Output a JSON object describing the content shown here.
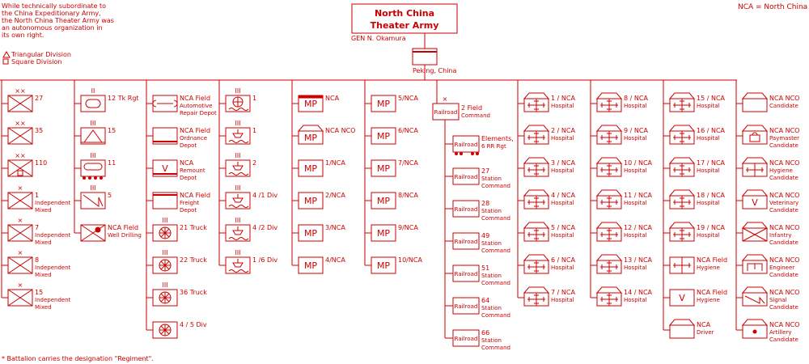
{
  "note_top": [
    "While technically subordinate to",
    "the China Expeditionary Army,",
    "the North China Theater Army was",
    "an autonomous organization in",
    "its own right."
  ],
  "abbrev": "NCA = North  China Army",
  "legend": {
    "tri": "Triangular Division",
    "sq": "Square Division"
  },
  "footnote": "* Battalion carries the designation \"Regiment\".",
  "hq": {
    "line1": "North China",
    "line2": "Theater Army",
    "commander": "GEN   N. Okamura",
    "location": "Peking, China"
  },
  "columns": [
    [
      {
        "icon": "infantry",
        "lines": [
          "27"
        ],
        "mark": "xx"
      },
      {
        "icon": "infantry",
        "lines": [
          "35"
        ],
        "mark": "xx"
      },
      {
        "icon": "infantry-sq",
        "lines": [
          "110"
        ],
        "mark": "xx"
      },
      {
        "icon": "infantry",
        "lines": [
          "1",
          "Independent",
          "Mixed"
        ],
        "mark": "x"
      },
      {
        "icon": "infantry",
        "lines": [
          "7",
          "Independent",
          "Mixed"
        ],
        "mark": "x"
      },
      {
        "icon": "infantry",
        "lines": [
          "8",
          "Independent",
          "Mixed"
        ],
        "mark": "x"
      },
      {
        "icon": "infantry",
        "lines": [
          "15",
          "Independent",
          "Mixed"
        ],
        "mark": "x"
      }
    ],
    [
      {
        "icon": "tank",
        "lines": [
          "12 Tk Rgt"
        ],
        "mark": "ii"
      },
      {
        "icon": "mountain",
        "lines": [
          "15"
        ],
        "mark": "iii"
      },
      {
        "icon": "armored-rail",
        "lines": [
          "11"
        ],
        "mark": "iii"
      },
      {
        "icon": "signal",
        "lines": [
          "5"
        ],
        "mark": "iii"
      },
      {
        "icon": "well",
        "lines": [
          "NCA  Field",
          "Well Drilling"
        ],
        "mark": ""
      }
    ],
    [
      {
        "icon": "wrench",
        "lines": [
          "NCA Field",
          "Automotive",
          "Repair Depot"
        ],
        "mark": ""
      },
      {
        "icon": "ordnance",
        "lines": [
          "NCA Field",
          "Ordnance",
          "Depot"
        ],
        "mark": ""
      },
      {
        "icon": "remount",
        "lines": [
          "NCA",
          "Remount",
          "Depot"
        ],
        "mark": ""
      },
      {
        "icon": "freight",
        "lines": [
          "NCA Field",
          "Freight",
          "Depot"
        ],
        "mark": ""
      },
      {
        "icon": "wheel",
        "lines": [
          "21 Truck"
        ],
        "mark": "iii"
      },
      {
        "icon": "wheel",
        "lines": [
          "22 Truck"
        ],
        "mark": "iii"
      },
      {
        "icon": "wheel",
        "lines": [
          "36 Truck"
        ],
        "mark": "iii"
      },
      {
        "icon": "wheel",
        "lines": [
          "4 / 5 Div"
        ],
        "mark": ""
      }
    ],
    [
      {
        "icon": "wheel-water",
        "lines": [
          "1"
        ],
        "mark": "iii"
      },
      {
        "icon": "boat",
        "lines": [
          "1"
        ],
        "mark": "iii"
      },
      {
        "icon": "boat",
        "lines": [
          "2"
        ],
        "mark": "iii"
      },
      {
        "icon": "boat",
        "lines": [
          "4 /1 Div"
        ],
        "mark": "iii"
      },
      {
        "icon": "boat",
        "lines": [
          "4 /2 Div"
        ],
        "mark": "iii"
      },
      {
        "icon": "boat",
        "lines": [
          "1 /6 Div"
        ],
        "mark": "iii"
      }
    ],
    [
      {
        "icon": "mp-flag",
        "lines": [
          "NCA"
        ],
        "mark": ""
      },
      {
        "icon": "mp-school",
        "lines": [
          "NCA NCO"
        ],
        "mark": ""
      },
      {
        "icon": "mp",
        "lines": [
          "1/NCA"
        ],
        "mark": ""
      },
      {
        "icon": "mp",
        "lines": [
          "2/NCA"
        ],
        "mark": ""
      },
      {
        "icon": "mp",
        "lines": [
          "3/NCA"
        ],
        "mark": ""
      },
      {
        "icon": "mp",
        "lines": [
          "4/NCA"
        ],
        "mark": ""
      }
    ],
    [
      {
        "icon": "mp",
        "lines": [
          "5/NCA"
        ],
        "mark": ""
      },
      {
        "icon": "mp",
        "lines": [
          "6/NCA"
        ],
        "mark": ""
      },
      {
        "icon": "mp",
        "lines": [
          "7/NCA"
        ],
        "mark": ""
      },
      {
        "icon": "mp",
        "lines": [
          "8/NCA"
        ],
        "mark": ""
      },
      {
        "icon": "mp",
        "lines": [
          "9/NCA"
        ],
        "mark": ""
      },
      {
        "icon": "mp",
        "lines": [
          "10/NCA"
        ],
        "mark": ""
      }
    ],
    [],
    [
      {
        "icon": "hospital",
        "lines": [
          "1 / NCA",
          "Hospital"
        ],
        "mark": ""
      },
      {
        "icon": "hospital",
        "lines": [
          "2 / NCA",
          "Hospital"
        ],
        "mark": ""
      },
      {
        "icon": "hospital",
        "lines": [
          "3 / NCA",
          "Hospital"
        ],
        "mark": ""
      },
      {
        "icon": "hospital",
        "lines": [
          "4 / NCA",
          "Hospital"
        ],
        "mark": ""
      },
      {
        "icon": "hospital",
        "lines": [
          "5 / NCA",
          "Hospital"
        ],
        "mark": ""
      },
      {
        "icon": "hospital",
        "lines": [
          "6 / NCA",
          "Hospital"
        ],
        "mark": ""
      },
      {
        "icon": "hospital",
        "lines": [
          "7 / NCA",
          "Hospital"
        ],
        "mark": ""
      }
    ],
    [
      {
        "icon": "hospital",
        "lines": [
          "8 / NCA",
          "Hospital"
        ],
        "mark": ""
      },
      {
        "icon": "hospital",
        "lines": [
          "9 / NCA",
          "Hospital"
        ],
        "mark": ""
      },
      {
        "icon": "hospital",
        "lines": [
          "10 / NCA",
          "Hospital"
        ],
        "mark": ""
      },
      {
        "icon": "hospital",
        "lines": [
          "11 / NCA",
          "Hospital"
        ],
        "mark": ""
      },
      {
        "icon": "hospital",
        "lines": [
          "12 / NCA",
          "Hospital"
        ],
        "mark": ""
      },
      {
        "icon": "hospital",
        "lines": [
          "13 / NCA",
          "Hospital"
        ],
        "mark": ""
      },
      {
        "icon": "hospital",
        "lines": [
          "14 / NCA",
          "Hospital"
        ],
        "mark": ""
      }
    ],
    [
      {
        "icon": "hospital",
        "lines": [
          "15 / NCA",
          "Hospital"
        ],
        "mark": ""
      },
      {
        "icon": "hospital",
        "lines": [
          "16 / NCA",
          "Hospital"
        ],
        "mark": ""
      },
      {
        "icon": "hospital",
        "lines": [
          "17 / NCA",
          "Hospital"
        ],
        "mark": ""
      },
      {
        "icon": "hospital",
        "lines": [
          "18 / NCA",
          "Hospital"
        ],
        "mark": ""
      },
      {
        "icon": "hospital",
        "lines": [
          "19 / NCA",
          "Hospital"
        ],
        "mark": ""
      },
      {
        "icon": "hygiene",
        "lines": [
          "NCA Field",
          "Hygiene"
        ],
        "mark": ""
      },
      {
        "icon": "vet",
        "lines": [
          "NCA Field",
          "Hygiene"
        ],
        "mark": ""
      },
      {
        "icon": "school",
        "lines": [
          "NCA",
          "Driver"
        ],
        "mark": ""
      }
    ],
    [
      {
        "icon": "school",
        "lines": [
          "NCA NCO",
          "Candidate"
        ],
        "mark": ""
      },
      {
        "icon": "school-pay",
        "lines": [
          "NCA NCO",
          "Paymaster",
          "Candidate"
        ],
        "mark": ""
      },
      {
        "icon": "school-hyg",
        "lines": [
          "NCA NCO",
          "Hygiene",
          "Candidate"
        ],
        "mark": ""
      },
      {
        "icon": "school-vet",
        "lines": [
          "NCA NCO",
          "Veterinary",
          "Candidate"
        ],
        "mark": ""
      },
      {
        "icon": "school-inf",
        "lines": [
          "NCA NCO",
          "Infantry",
          "Candidate"
        ],
        "mark": ""
      },
      {
        "icon": "school-eng",
        "lines": [
          "NCA NCO",
          "Engineer",
          "Candidate"
        ],
        "mark": ""
      },
      {
        "icon": "school-sig",
        "lines": [
          "NCA NCO",
          "Signal",
          "Candidate"
        ],
        "mark": ""
      },
      {
        "icon": "school-art",
        "lines": [
          "NCA NCO",
          "Artillery",
          "Candidate"
        ],
        "mark": ""
      }
    ]
  ],
  "railway": {
    "top": {
      "icon": "railroad",
      "lines": [
        "2 Field",
        "Command"
      ],
      "mark": "x"
    },
    "units": [
      {
        "icon": "railroad-rgt",
        "lines": [
          "Elements,",
          "6 RR Rgt"
        ]
      },
      {
        "icon": "railroad",
        "lines": [
          "27",
          "Station",
          "Command"
        ]
      },
      {
        "icon": "railroad",
        "lines": [
          "28",
          "Station",
          "Command"
        ]
      },
      {
        "icon": "railroad",
        "lines": [
          "49",
          "Station",
          "Command"
        ]
      },
      {
        "icon": "railroad",
        "lines": [
          "51",
          "Station",
          "Command"
        ]
      },
      {
        "icon": "railroad",
        "lines": [
          "64",
          "Station",
          "Command"
        ]
      },
      {
        "icon": "railroad",
        "lines": [
          "66",
          "Station",
          "Command"
        ]
      }
    ],
    "label": "Railroad"
  }
}
